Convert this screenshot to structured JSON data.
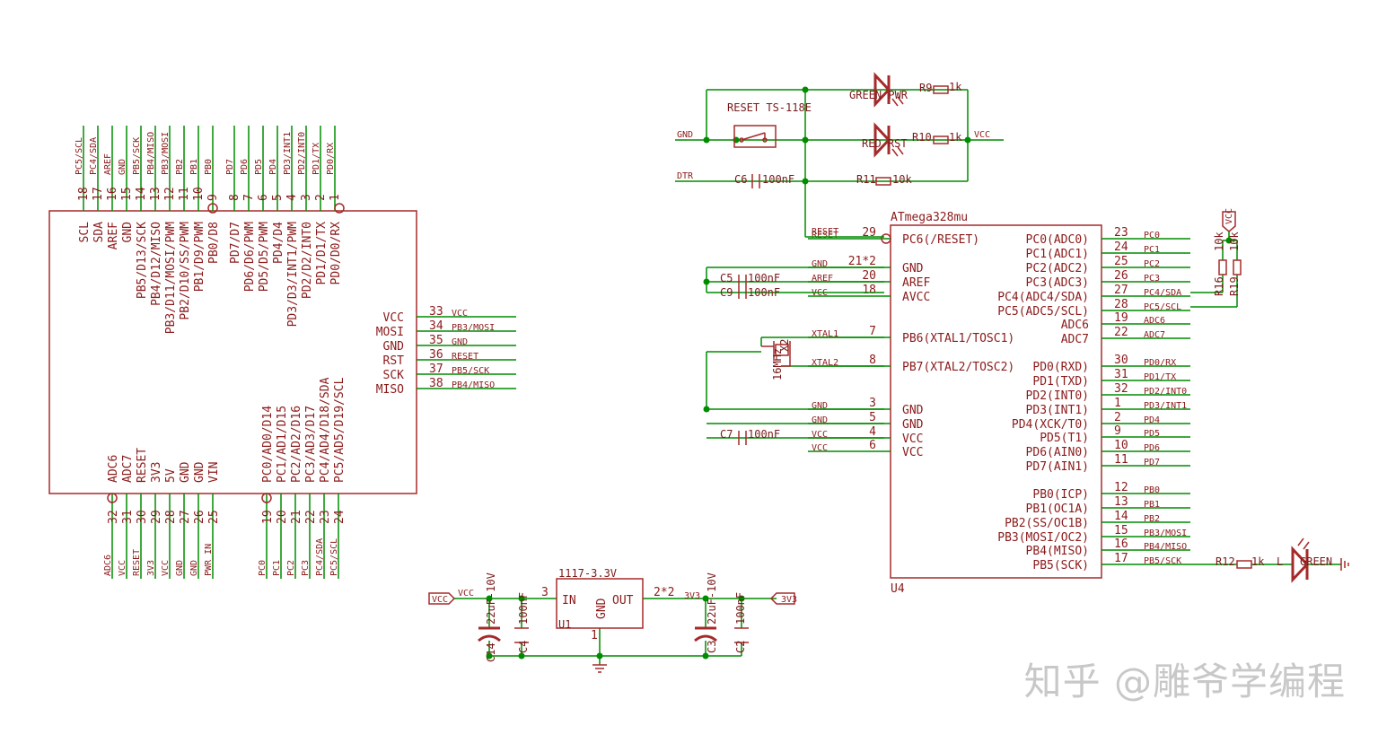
{
  "nano": {
    "top_left": [
      [
        "18",
        "PC5/SCL",
        "SCL"
      ],
      [
        "17",
        "PC4/SDA",
        "SDA"
      ],
      [
        "16",
        "AREF",
        "AREF"
      ],
      [
        "15",
        "GND",
        "GND"
      ],
      [
        "14",
        "PB5/SCK",
        "PB5/D13/SCK"
      ],
      [
        "13",
        "PB4/MISO",
        "PB4/D12/MISO"
      ],
      [
        "12",
        "PB3/MOSI",
        "PB3/D11/MOSI/PWM"
      ],
      [
        "11",
        "PB2",
        "PB2/D10/SS/PWM"
      ],
      [
        "10",
        "PB1",
        "PB1/D9/PWM"
      ],
      [
        "9",
        "PB0",
        "PB0/D8"
      ]
    ],
    "top_right": [
      [
        "8",
        "PD7",
        "PD7/D7"
      ],
      [
        "7",
        "PD6",
        "PD6/D6/PWM"
      ],
      [
        "6",
        "PD5",
        "PD5/D5/PWM"
      ],
      [
        "5",
        "PD4",
        "PD4/D4"
      ],
      [
        "4",
        "PD3/INT1",
        "PD3/D3/INT1/PWM"
      ],
      [
        "3",
        "PD2/INT0",
        "PD2/D2/INT0"
      ],
      [
        "2",
        "PD1/TX",
        "PD1/D1/TX"
      ],
      [
        "1",
        "PD0/RX",
        "PD0/D0/RX"
      ]
    ],
    "right": [
      [
        "33",
        "VCC",
        "VCC"
      ],
      [
        "34",
        "MOSI",
        "PB3/MOSI"
      ],
      [
        "35",
        "GND",
        "GND"
      ],
      [
        "36",
        "RST",
        "RESET"
      ],
      [
        "37",
        "SCK",
        "PB5/SCK"
      ],
      [
        "38",
        "MISO",
        "PB4/MISO"
      ]
    ],
    "bottom_left": [
      [
        "32",
        "ADC6",
        "ADC6"
      ],
      [
        "31",
        "ADC7",
        "VCC"
      ],
      [
        "30",
        "RESET",
        "RESET"
      ],
      [
        "29",
        "3V3",
        "3V3"
      ],
      [
        "28",
        "5V",
        "VCC"
      ],
      [
        "27",
        "GND",
        "GND"
      ],
      [
        "26",
        "GND",
        "GND"
      ],
      [
        "25",
        "VIN",
        "PWR_IN"
      ]
    ],
    "bottom_right": [
      [
        "19",
        "PC0/AD0/D14",
        "PC0"
      ],
      [
        "20",
        "PC1/AD1/D15",
        "PC1"
      ],
      [
        "21",
        "PC2/AD2/D16",
        "PC2"
      ],
      [
        "22",
        "PC3/AD3/D17",
        "PC3"
      ],
      [
        "23",
        "PC4/AD4/D18/SDA",
        "PC4/SDA"
      ],
      [
        "24",
        "PC5/AD5/D19/SCL",
        "PC5/SCL"
      ]
    ]
  },
  "mcu": {
    "name": "ATmega328mu",
    "ref": "U4",
    "left": [
      [
        "29",
        "PC6(/RESET)",
        "RESET"
      ],
      [
        "21*2",
        "GND",
        "GND"
      ],
      [
        "20",
        "AREF",
        "AREF"
      ],
      [
        "18",
        "AVCC",
        "VCC"
      ],
      [
        "7",
        "PB6(XTAL1/TOSC1)",
        "XTAL1"
      ],
      [
        "8",
        "PB7(XTAL2/TOSC2)",
        "XTAL2"
      ],
      [
        "3",
        "GND",
        "GND"
      ],
      [
        "5",
        "GND",
        "GND"
      ],
      [
        "4",
        "VCC",
        "VCC"
      ],
      [
        "6",
        "VCC",
        "VCC"
      ]
    ],
    "right": [
      [
        "23",
        "PC0(ADC0)",
        "PC0"
      ],
      [
        "24",
        "PC1(ADC1)",
        "PC1"
      ],
      [
        "25",
        "PC2(ADC2)",
        "PC2"
      ],
      [
        "26",
        "PC3(ADC3)",
        "PC3"
      ],
      [
        "27",
        "PC4(ADC4/SDA)",
        "PC4/SDA"
      ],
      [
        "28",
        "PC5(ADC5/SCL)",
        "PC5/SCL"
      ],
      [
        "19",
        "ADC6",
        "ADC6"
      ],
      [
        "22",
        "ADC7",
        "ADC7"
      ],
      [
        "30",
        "PD0(RXD)",
        "PD0/RX"
      ],
      [
        "31",
        "PD1(TXD)",
        "PD1/TX"
      ],
      [
        "32",
        "PD2(INT0)",
        "PD2/INT0"
      ],
      [
        "1",
        "PD3(INT1)",
        "PD3/INT1"
      ],
      [
        "2",
        "PD4(XCK/T0)",
        "PD4"
      ],
      [
        "9",
        "PD5(T1)",
        "PD5"
      ],
      [
        "10",
        "PD6(AIN0)",
        "PD6"
      ],
      [
        "11",
        "PD7(AIN1)",
        "PD7"
      ],
      [
        "12",
        "PB0(ICP)",
        "PB0"
      ],
      [
        "13",
        "PB1(OC1A)",
        "PB1"
      ],
      [
        "14",
        "PB2(SS/OC1B)",
        "PB2"
      ],
      [
        "15",
        "PB3(MOSI/OC2)",
        "PB3/MOSI"
      ],
      [
        "16",
        "PB4(MISO)",
        "PB4/MISO"
      ],
      [
        "17",
        "PB5(SCK)",
        "PB5/SCK"
      ]
    ]
  },
  "labels": {
    "gnd": "GND",
    "dtr": "DTR",
    "reset": "RESET",
    "vcc": "VCC",
    "reset_sw": "RESET TS-118E",
    "green_pwr": "GREEN PWR",
    "red_rst": "RED RST",
    "green": "GREEN",
    "l": "L",
    "r9": "R9",
    "r9v": "1k",
    "r10": "R10",
    "r10v": "1k",
    "r11": "R11",
    "r11v": "10k",
    "c6": "C6",
    "c6v": "100nF",
    "c5": "C5",
    "c5v": "100nF",
    "c9": "C9",
    "c9v": "100nF",
    "c7": "C7",
    "c7v": "100nF",
    "x2": "X2",
    "xtal": "16MHz",
    "r16": "R16",
    "r16v": "10k",
    "r19": "R19",
    "r19v": "10k",
    "r12": "R12",
    "r12v": "1k",
    "vcc_flag": "VCC"
  },
  "regulator": {
    "part": "1117-3.3V",
    "ref": "U1",
    "in": "IN",
    "out": "OUT",
    "gnd": "GND",
    "pin_in": "3",
    "pin_out": "2*2",
    "pin_gnd": "1",
    "vcc_flag": "VCC",
    "vcc_net": "VCC",
    "v33_net": "3V3",
    "v33_flag": "3V3",
    "c14": "C14",
    "c14v": "22uF-10V",
    "c4": "C4",
    "c4v": "100nF",
    "c3": "C3",
    "c3v": "22uF-10V",
    "c2": "C2",
    "c2v": "100nF"
  },
  "watermark": "知乎 @雕爷学编程"
}
